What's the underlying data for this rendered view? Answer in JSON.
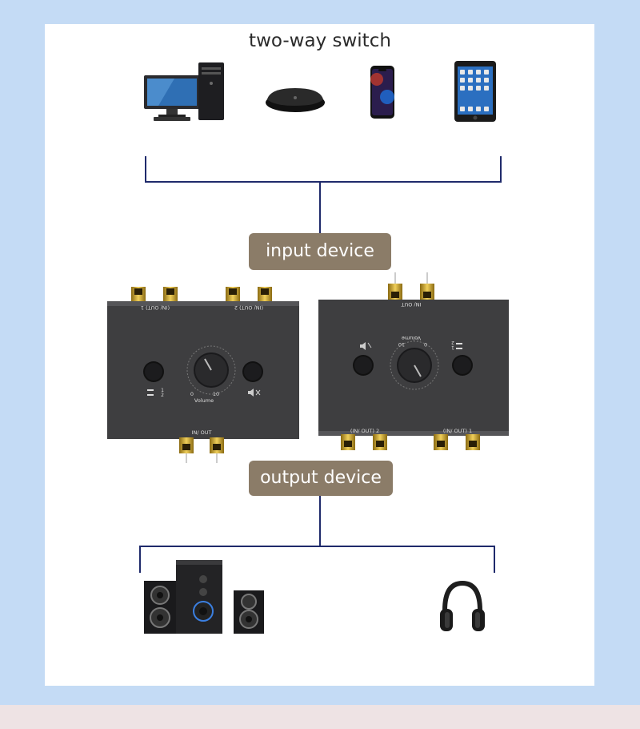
{
  "title": "two-way switch",
  "input_label": "input device",
  "output_label": "output device",
  "colors": {
    "background": "#c4dbf5",
    "panel": "#ffffff",
    "wire": "#1f2a6b",
    "pill": "#8b7c68",
    "switch_body": "#3e3e40",
    "gold": "#c9a227"
  },
  "source_devices": [
    "desktop-computer",
    "tv-box",
    "smartphone",
    "tablet"
  ],
  "output_devices": [
    "speaker-system",
    "headphones"
  ],
  "switch_front": {
    "port_label_top_left": "(IN/ OUT) 1",
    "port_label_top_right": "(IN/ OUT) 2",
    "port_label_bottom": "IN/ OUT",
    "volume_label": "Volume",
    "volume_min": "0",
    "volume_max": "10",
    "select_1": "1",
    "select_2": "2"
  },
  "switch_back": {
    "port_label_top": "IN/ OUT",
    "port_label_bottom_left": "(IN/ OUT) 2",
    "port_label_bottom_right": "(IN/ OUT) 1",
    "volume_label": "Volume",
    "volume_min": "0",
    "volume_max": "10",
    "select_1": "1",
    "select_2": "2"
  }
}
